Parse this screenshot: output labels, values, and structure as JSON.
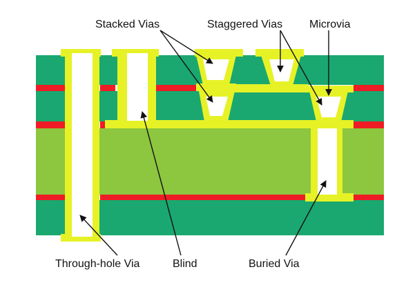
{
  "labels": {
    "stacked_vias": "Stacked Vias",
    "staggered_vias": "Staggered Vias",
    "microvia": "Microvia",
    "through_hole_via": "Through-hole Via",
    "blind": "Blind",
    "buried_via": "Buried Via"
  },
  "colors": {
    "laminate": "#1aa870",
    "core": "#8dc63f",
    "copper_plating": "#e6f226",
    "trace": "#ee1c25",
    "via_fill": "#ffffff",
    "text": "#111111"
  }
}
